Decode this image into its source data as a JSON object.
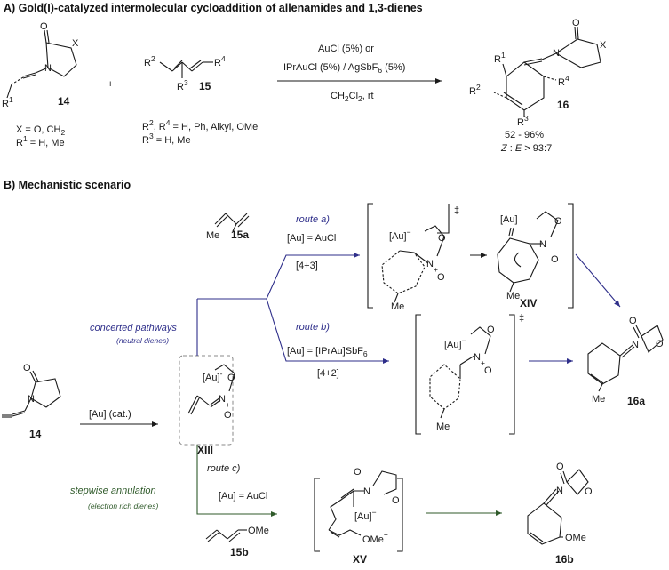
{
  "section_a": {
    "title": "A) Gold(I)-catalyzed intermolecular cycloaddition of allenamides and 1,3-dienes",
    "allenamide_label": "14",
    "allenamide_atoms": {
      "o": "O",
      "x": "X",
      "n": "N",
      "r": "R",
      "r_sup": "1"
    },
    "plus": "+",
    "diene_label": "15",
    "diene_atoms": {
      "r2": "R",
      "r2_sup": "2",
      "r4": "R",
      "r4_sup": "4",
      "r3": "R",
      "r3_sup": "3"
    },
    "conditions_line1": "AuCl  (5%) or",
    "conditions_line2": "IPrAuCl (5%) / AgSbF",
    "conditions_line2_sub": "6",
    "conditions_line2_end": " (5%)",
    "conditions_line3": "CH",
    "conditions_line3_sub1": "2",
    "conditions_line3_mid": "Cl",
    "conditions_line3_sub2": "2",
    "conditions_line3_end": ", rt",
    "x_def": "X = O, CH",
    "x_def_sub": "2",
    "r1_def_a": "R",
    "r1_def_sup": "1",
    "r1_def_b": " = H, Me",
    "r2r4_def_a": "R",
    "r2r4_def_sup1": "2",
    "r2r4_def_b": ", R",
    "r2r4_def_sup2": "4",
    "r2r4_def_c": " = H, Ph, Alkyl, OMe",
    "r3_def_a": "R",
    "r3_def_sup": "3",
    "r3_def_b": " = H, Me",
    "product_label": "16",
    "product_atoms": {
      "o": "O",
      "x": "X",
      "n": "N",
      "r1": "R",
      "r1_sup": "1",
      "r2": "R",
      "r2_sup": "2",
      "r4": "R",
      "r4_sup": "4",
      "r3": "R",
      "r3_sup": "3"
    },
    "yield": "52 - 96%",
    "ratio_z": "Z",
    "ratio_mid": " : ",
    "ratio_e": "E",
    "ratio_end": " > 93:7"
  },
  "section_b": {
    "title": "B) Mechanistic scenario",
    "start_label": "14",
    "start_atoms": {
      "o": "O",
      "n": "N"
    },
    "catalyst": "[Au] (cat.)",
    "intermediate_label": "XIII",
    "intermediate_atoms": {
      "au": "[Au]",
      "au_sup": "-",
      "n": "N",
      "n_sup": "+",
      "o1": "O",
      "o2": "O"
    },
    "diene_a_label": "15a",
    "diene_a_me": "Me",
    "diene_b_label": "15b",
    "diene_b_ome": "OMe",
    "concerted": "concerted pathways",
    "concerted_sub": "(neutral dienes)",
    "stepwise": "stepwise annulation",
    "stepwise_sub": "(electron rich dienes)",
    "route_a": "route a)",
    "route_a_cat": "[Au] = AuCl",
    "route_a_type": "[4+3]",
    "route_b": "route b)",
    "route_b_cat": "[Au] = [IPrAu]SbF",
    "route_b_cat_sub": "6",
    "route_b_type": "[4+2]",
    "route_c": "route c)",
    "route_c_cat": "[Au] = AuCl",
    "ts_dagger": "‡",
    "ts_atoms": {
      "au": "[Au]",
      "au_sup": "−",
      "n": "N",
      "n_sup": "+",
      "o1": "O",
      "o2": "O",
      "me": "Me"
    },
    "tsb_atoms": {
      "au": "[Au]",
      "au_sup": "−",
      "n": "N",
      "n_sup": "+",
      "o1": "O",
      "o2": "O",
      "me": "Me"
    },
    "xiv_label": "XIV",
    "xiv_atoms": {
      "au": "[Au]",
      "n": "N",
      "o1": "O",
      "o2": "O",
      "me": "Me"
    },
    "xv_label": "XV",
    "xv_atoms": {
      "au": "[Au]",
      "au_sup": "−",
      "n": "N",
      "o1": "O",
      "o2": "O",
      "ome": "OMe",
      "ome_sup": "+"
    },
    "product_a_label": "16a",
    "product_a_atoms": {
      "n": "N",
      "o1": "O",
      "o2": "O",
      "me": "Me"
    },
    "product_b_label": "16b",
    "product_b_atoms": {
      "n": "N",
      "o1": "O",
      "o2": "O",
      "ome": "OMe"
    }
  },
  "colors": {
    "route_ab": "#2e2e8a",
    "route_c": "#2f5a2a",
    "ink": "#1a1a1a",
    "box_border": "#888888"
  }
}
